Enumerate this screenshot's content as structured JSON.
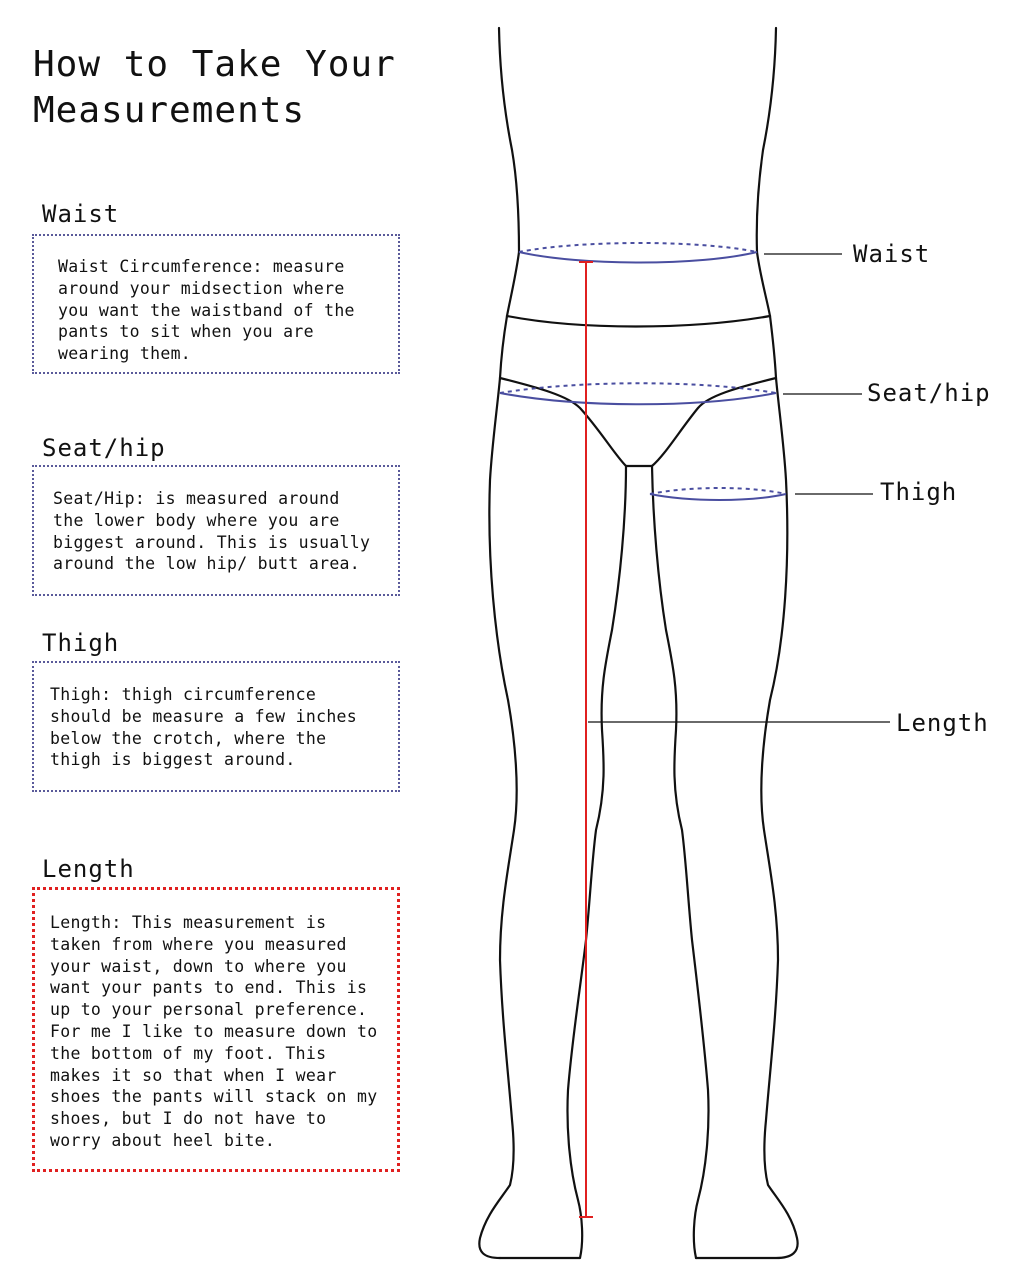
{
  "title": "How to Take Your\nMeasurements",
  "sections": [
    {
      "label": "Waist",
      "text": "Waist Circumference: measure\naround your midsection where\nyou want the waistband of the\npants to sit when you are\nwearing them."
    },
    {
      "label": "Seat/hip",
      "text": "Seat/Hip: is measured around\nthe lower body where  you are\nbiggest around. This is usually\naround the low hip/ butt area."
    },
    {
      "label": "Thigh",
      "text": "Thigh: thigh circumference\nshould be measure a few inches\nbelow the crotch, where the\nthigh is biggest around."
    },
    {
      "label": "Length",
      "text": "Length: This measurement is\ntaken from where you measured\nyour waist, down to where you\nwant your pants to end. This is\nup to your personal preference.\nFor me I like to measure down to\nthe bottom of my foot. This\nmakes it so that when I wear\nshoes the pants will stack on my\nshoes, but I do not have to\nworry about heel bite."
    }
  ],
  "callouts": {
    "waist": "Waist",
    "seat": "Seat/hip",
    "thigh": "Thigh",
    "length": "Length"
  },
  "colors": {
    "measure_line": "#4a4ea0",
    "length_line": "#e02020",
    "outline": "#111111"
  }
}
